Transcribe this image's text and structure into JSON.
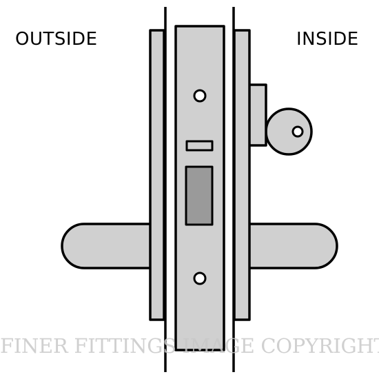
{
  "labels": {
    "outside": "OUTSIDE",
    "inside": "INSIDE"
  },
  "watermark": "FINER FITTINGS IMAGE COPYRIGHT",
  "colors": {
    "fill": "#d0d0d0",
    "dark_fill": "#9a9a9a",
    "stroke": "#000000",
    "background": "#ffffff",
    "watermark": "#c8c8c8"
  }
}
